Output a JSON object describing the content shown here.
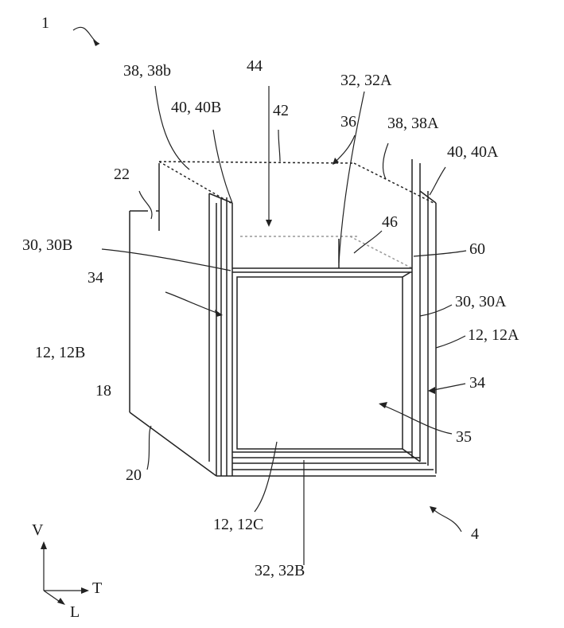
{
  "figure": {
    "labels": {
      "l1": "1",
      "l38b": "38, 38b",
      "l44": "44",
      "l32a": "32, 32A",
      "l40b": "40, 40B",
      "l42": "42",
      "l36": "36",
      "l38a": "38, 38A",
      "l40a": "40, 40A",
      "l22": "22",
      "l46": "46",
      "l30b": "30, 30B",
      "l60": "60",
      "l34_left": "34",
      "l30a": "30, 30A",
      "l12a": "12, 12A",
      "l12b": "12, 12B",
      "l34_right": "34",
      "l18": "18",
      "l35": "35",
      "l20": "20",
      "l12c": "12, 12C",
      "l4": "4",
      "l32b": "32, 32B"
    },
    "axes": {
      "v": "V",
      "t": "T",
      "l": "L"
    }
  }
}
